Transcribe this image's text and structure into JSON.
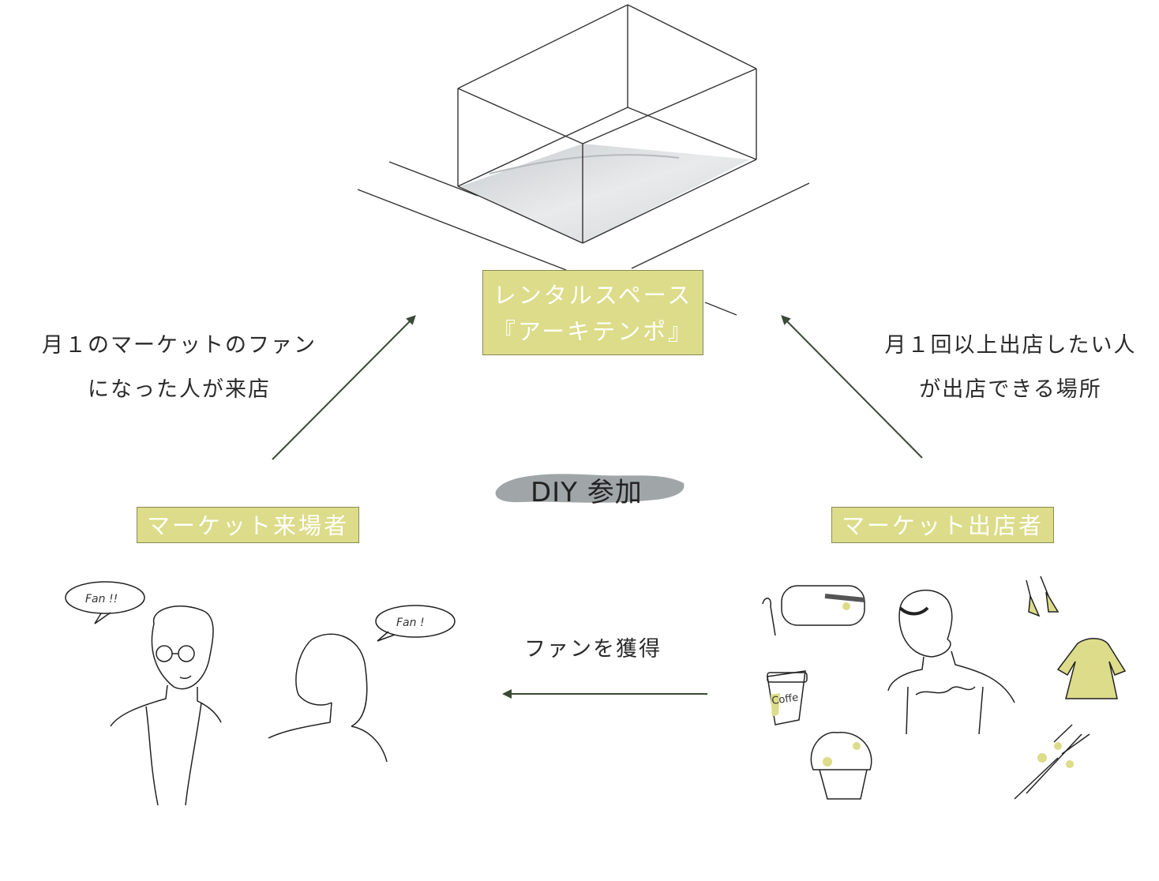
{
  "center": {
    "label_line1": "レンタルスペース",
    "label_line2": "『アーキテンポ』"
  },
  "left_node": {
    "label": "マーケット来場者"
  },
  "right_node": {
    "label": "マーケット出店者"
  },
  "left_caption": {
    "line1": "月１のマーケットのファン",
    "line2": "になった人が来店"
  },
  "right_caption": {
    "line1": "月１回以上出店したい人",
    "line2": "が出店できる場所"
  },
  "center_badge": {
    "text": "DIY 参加"
  },
  "bottom_caption": {
    "text": "ファンを獲得"
  },
  "bubbles": {
    "left": "Fan !!",
    "right": "Fan !",
    "coffee": "Coffe"
  },
  "colors": {
    "label_fill": "#dcdc8a",
    "arrow": "#3a4a36",
    "line": "#333333"
  }
}
